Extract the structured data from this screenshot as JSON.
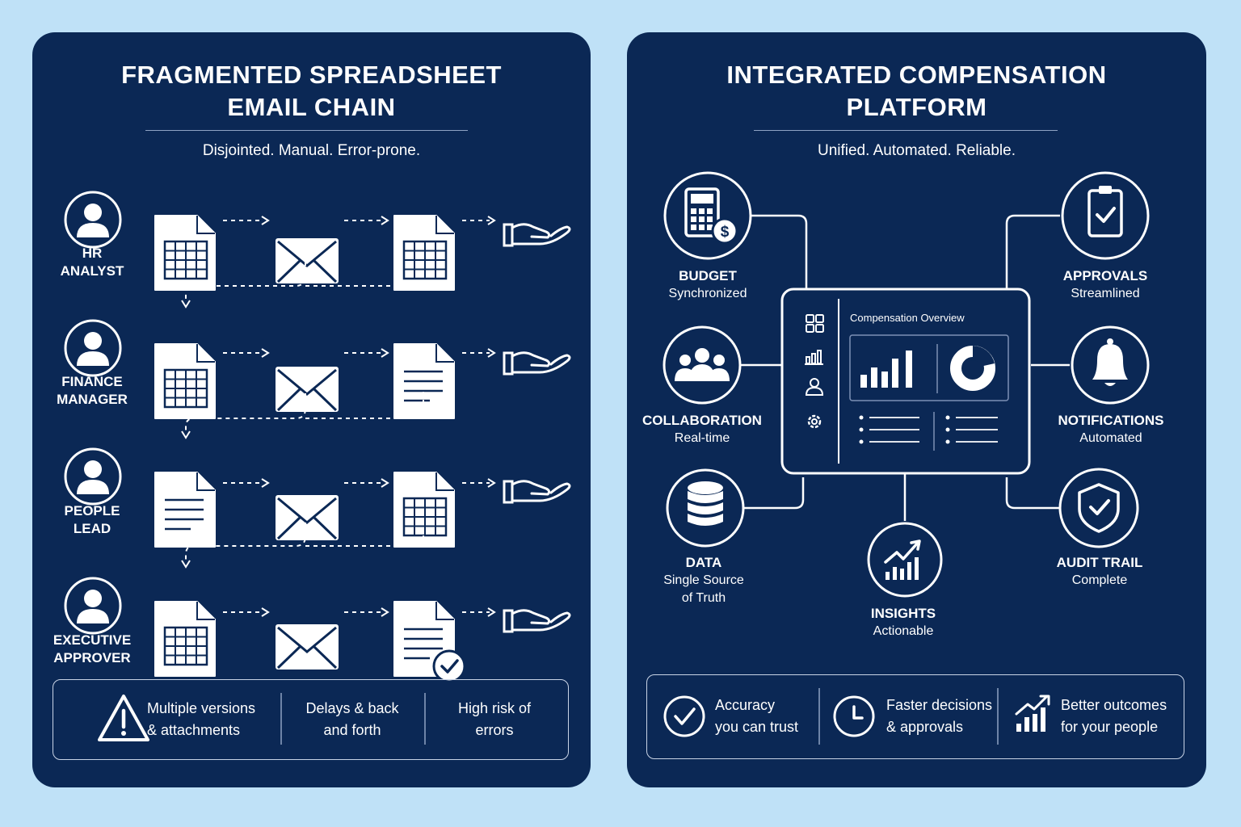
{
  "left": {
    "title_line1": "FRAGMENTED SPREADSHEET",
    "title_line2": "EMAIL CHAIN",
    "subtitle": "Disjointed. Manual. Error-prone.",
    "roles": [
      {
        "line1": "HR",
        "line2": "ANALYST"
      },
      {
        "line1": "FINANCE",
        "line2": "MANAGER"
      },
      {
        "line1": "PEOPLE",
        "line2": "LEAD"
      },
      {
        "line1": "EXECUTIVE",
        "line2": "APPROVER"
      }
    ],
    "footer": [
      {
        "line1": "Multiple versions",
        "line2": "& attachments"
      },
      {
        "line1": "Delays & back",
        "line2": "and forth"
      },
      {
        "line1": "High risk of",
        "line2": "errors"
      }
    ],
    "icons": [
      "user-icon",
      "spreadsheet-icon",
      "envelope-icon",
      "document-icon",
      "handoff-hand-icon",
      "warning-icon"
    ]
  },
  "right": {
    "title_line1": "INTEGRATED COMPENSATION",
    "title_line2": "PLATFORM",
    "subtitle": "Unified. Automated. Reliable.",
    "dashboard_title": "Compensation Overview",
    "features": {
      "budget": {
        "name": "BUDGET",
        "sub": "Synchronized"
      },
      "collaboration": {
        "name": "COLLABORATION",
        "sub": "Real-time"
      },
      "data": {
        "name": "DATA",
        "sub1": "Single Source",
        "sub2": "of Truth"
      },
      "insights": {
        "name": "INSIGHTS",
        "sub": "Actionable"
      },
      "approvals": {
        "name": "APPROVALS",
        "sub": "Streamlined"
      },
      "notifications": {
        "name": "NOTIFICATIONS",
        "sub": "Automated"
      },
      "audit": {
        "name": "AUDIT TRAIL",
        "sub": "Complete"
      }
    },
    "footer": [
      {
        "line1": "Accuracy",
        "line2": "you can trust"
      },
      {
        "line1": "Faster decisions",
        "line2": "& approvals"
      },
      {
        "line1": "Better outcomes",
        "line2": "for your people"
      }
    ],
    "icons": [
      "calculator-icon",
      "team-icon",
      "database-icon",
      "trend-chart-icon",
      "clipboard-check-icon",
      "bell-icon",
      "shield-check-icon",
      "checkmark-icon",
      "clock-icon",
      "growth-chart-icon"
    ]
  },
  "colors": {
    "background": "#bfe1f7",
    "panel": "#0b2855",
    "foreground": "#ffffff"
  }
}
